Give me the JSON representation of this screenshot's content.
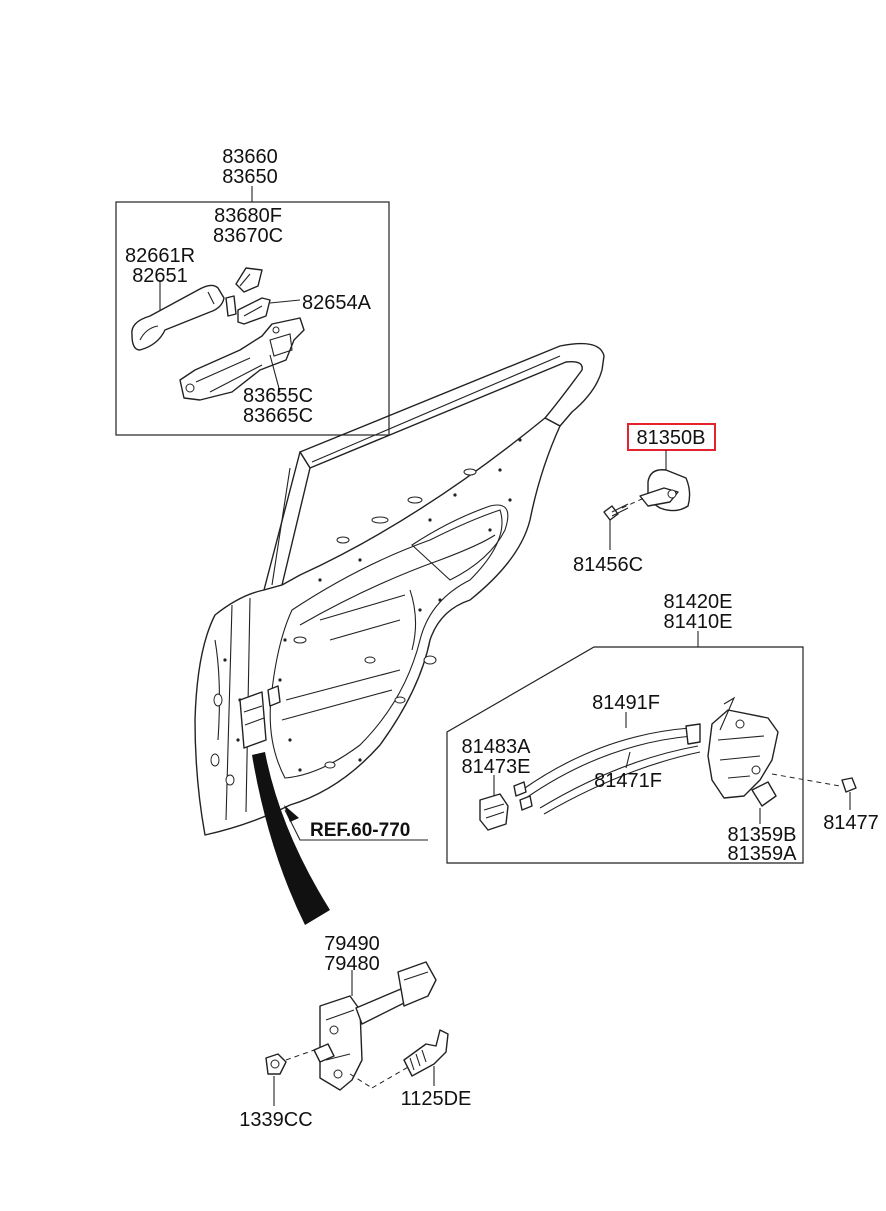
{
  "diagram": {
    "colors": {
      "line": "#222222",
      "highlight": "#e5232e",
      "background": "#ffffff"
    },
    "highlighted_part": "81350B",
    "labels": {
      "p83660": "83660",
      "p83650": "83650",
      "p83680F": "83680F",
      "p83670C": "83670C",
      "p82661R": "82661R",
      "p82651": "82651",
      "p82654A": "82654A",
      "p83655C": "83655C",
      "p83665C": "83665C",
      "p81350B": "81350B",
      "p81456C": "81456C",
      "p81420E": "81420E",
      "p81410E": "81410E",
      "p81491F": "81491F",
      "p81483A": "81483A",
      "p81473E": "81473E",
      "p81471F": "81471F",
      "p81477": "81477",
      "p81359B": "81359B",
      "p81359A": "81359A",
      "ref": "REF.60-770",
      "p79490": "79490",
      "p79480": "79480",
      "p1339CC": "1339CC",
      "p1125DE": "1125DE"
    }
  }
}
